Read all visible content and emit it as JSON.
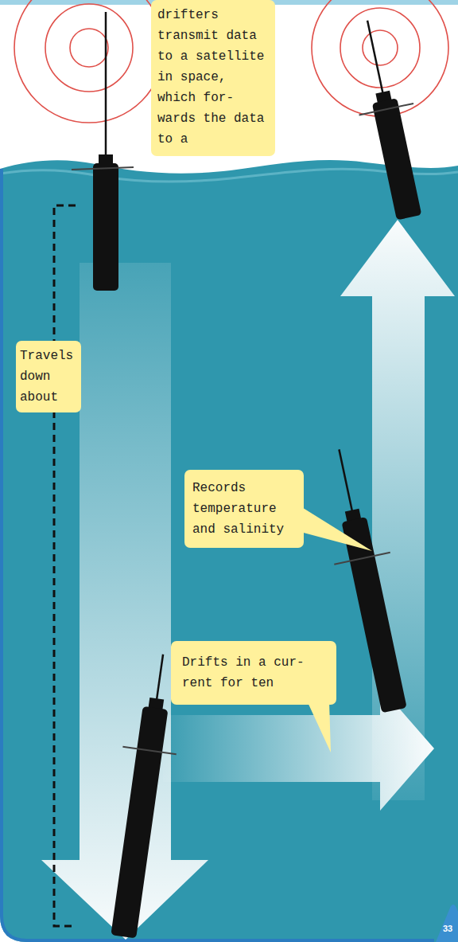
{
  "diagram": {
    "nodes": [
      {
        "text": [
          "drifters transmit data to a satellite in space, which for- wards the data to a"
        ]
      },
      {
        "text": [
          "Travels down about"
        ]
      },
      {
        "text": [
          "Records temperature and salinity"
        ]
      },
      {
        "text": [
          "Drifts in a cur- rent for ten"
        ]
      }
    ],
    "labels": [
      "33"
    ]
  }
}
